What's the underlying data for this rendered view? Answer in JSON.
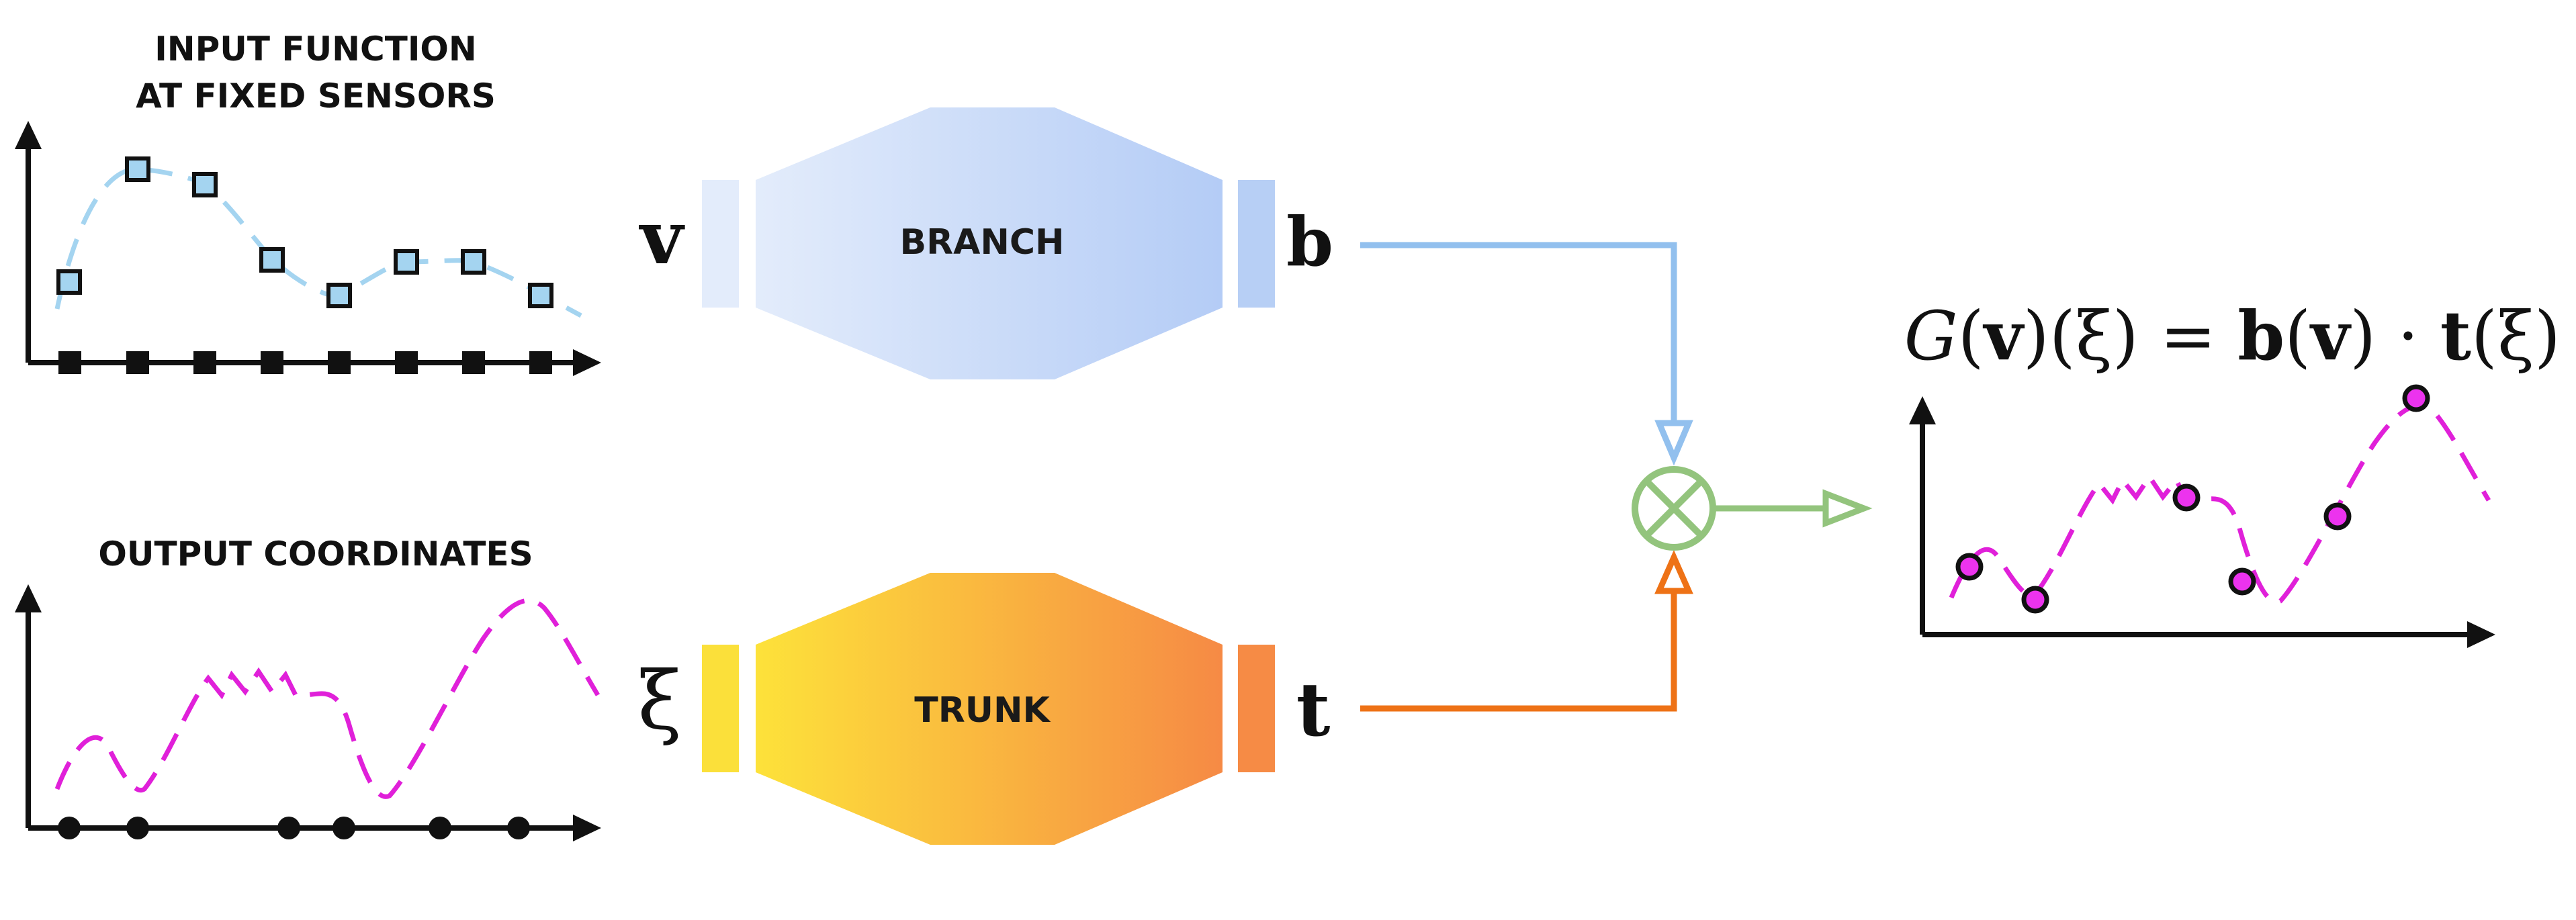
{
  "input_caption": {
    "line1": "INPUT FUNCTION",
    "line2": "AT FIXED SENSORS"
  },
  "output_caption": "OUTPUT COORDINATES",
  "branch": {
    "label": "BRANCH",
    "input_symbol": "v",
    "output_symbol": "b"
  },
  "trunk": {
    "label": "TRUNK",
    "input_symbol": "ξ",
    "output_symbol": "t"
  },
  "operator": "⊗",
  "formula": {
    "G": "G",
    "v_arg": "v",
    "xi_arg": "ξ",
    "equals": "=",
    "b": "b",
    "dot": "·",
    "t": "t"
  },
  "colors": {
    "branch_light": "#e3ecfb",
    "branch_dark": "#b7cff5",
    "trunk_light": "#fbe03a",
    "trunk_dark": "#f68b45",
    "branch_line": "#92c0ee",
    "trunk_line": "#ee7216",
    "combine": "#93c47d",
    "sensor_fill": "#a4d4f0",
    "output_curve": "#e020d9",
    "output_point": "#ec33ee"
  },
  "icons": {
    "combine": "circle-times-icon"
  }
}
